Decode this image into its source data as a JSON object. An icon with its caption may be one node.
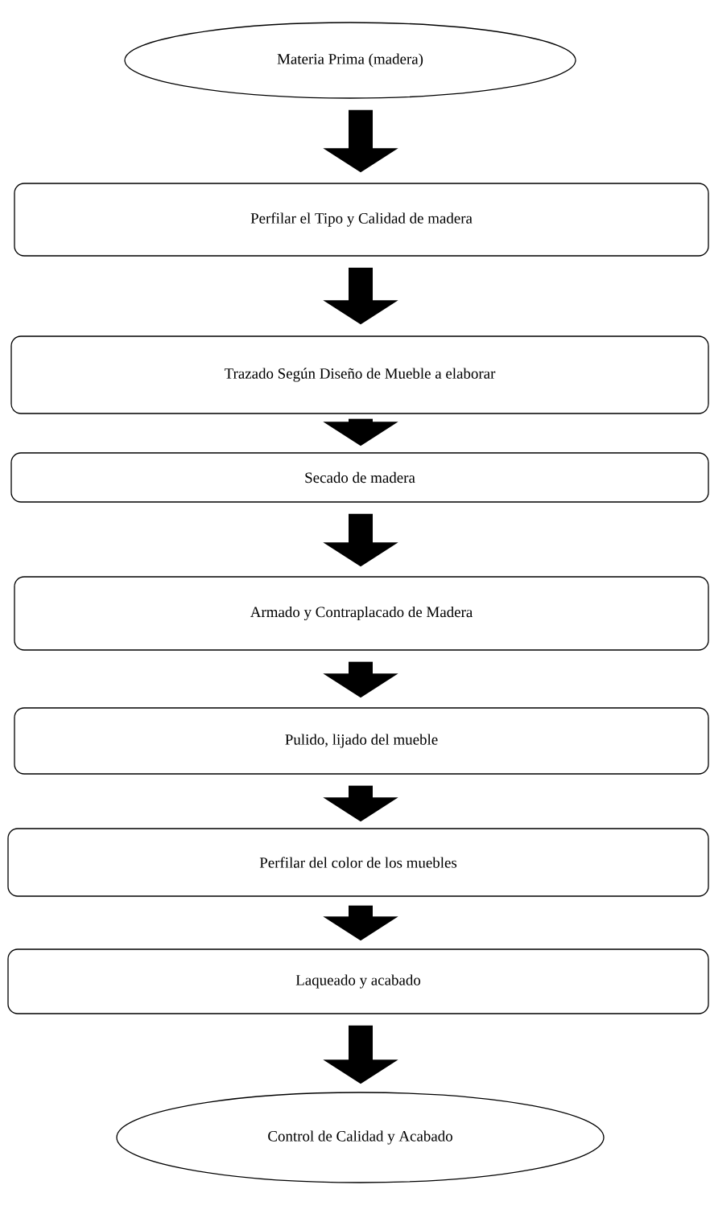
{
  "diagram": {
    "nodes": [
      {
        "text": [
          "Materia Prima (madera)"
        ]
      },
      {
        "text": [
          "Perfilar el Tipo y Calidad de madera"
        ]
      },
      {
        "text": [
          "Trazado Según Diseño de Mueble a elaborar"
        ]
      },
      {
        "text": [
          "Secado de madera"
        ]
      },
      {
        "text": [
          "Armado y Contraplacado de Madera"
        ]
      },
      {
        "text": [
          "Pulido, lijado del mueble"
        ]
      },
      {
        "text": [
          "Perfilar del color de los muebles"
        ]
      },
      {
        "text": [
          "Laqueado y acabado"
        ]
      },
      {
        "text": [
          "Control de Calidad y Acabado"
        ]
      }
    ],
    "edges": [
      {
        "from": 0,
        "to": 1,
        "arrow": "to"
      },
      {
        "from": 1,
        "to": 2,
        "arrow": "to"
      },
      {
        "from": 2,
        "to": 3,
        "arrow": "to"
      },
      {
        "from": 3,
        "to": 4,
        "arrow": "to"
      },
      {
        "from": 4,
        "to": 5,
        "arrow": "to"
      },
      {
        "from": 5,
        "to": 6,
        "arrow": "to"
      },
      {
        "from": 6,
        "to": 7,
        "arrow": "to"
      },
      {
        "from": 7,
        "to": 8,
        "arrow": "to"
      }
    ]
  }
}
